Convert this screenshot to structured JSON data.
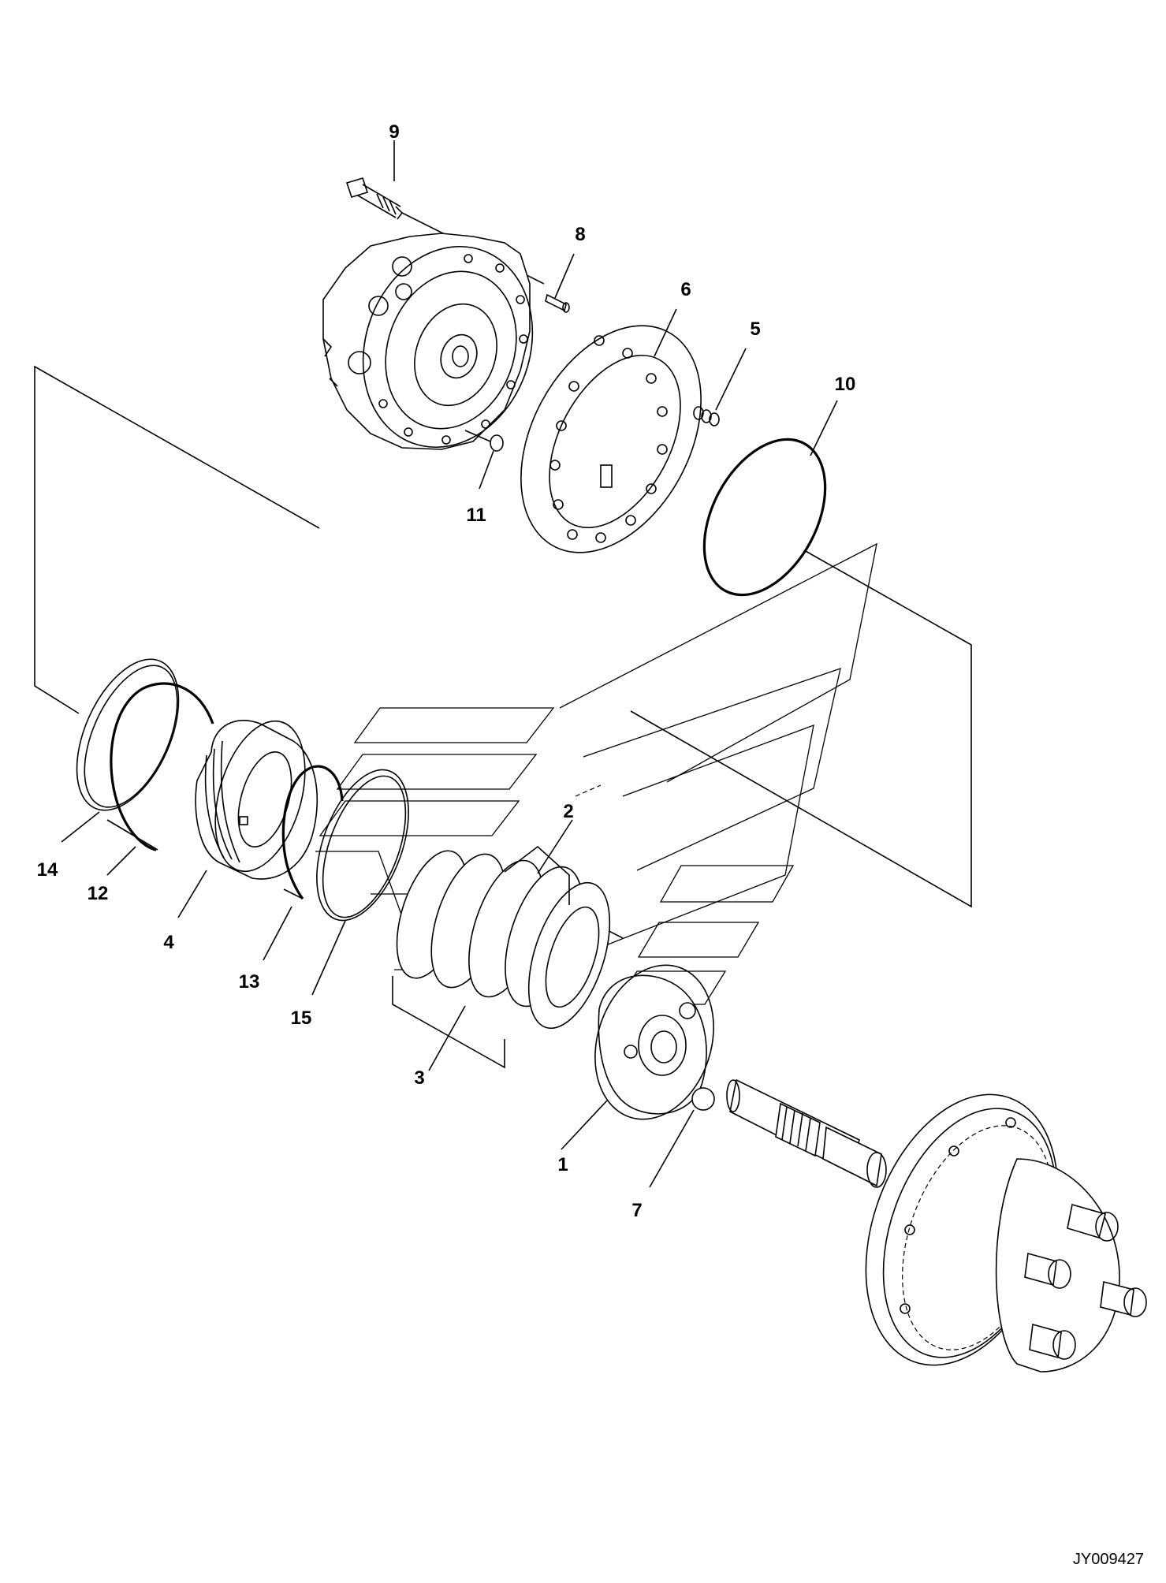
{
  "diagram": {
    "callouts": [
      {
        "id": "9",
        "label": "9"
      },
      {
        "id": "8",
        "label": "8"
      },
      {
        "id": "6",
        "label": "6"
      },
      {
        "id": "5",
        "label": "5"
      },
      {
        "id": "10",
        "label": "10"
      },
      {
        "id": "11",
        "label": "11"
      },
      {
        "id": "2",
        "label": "2"
      },
      {
        "id": "14",
        "label": "14"
      },
      {
        "id": "12",
        "label": "12"
      },
      {
        "id": "4",
        "label": "4"
      },
      {
        "id": "13",
        "label": "13"
      },
      {
        "id": "15",
        "label": "15"
      },
      {
        "id": "3",
        "label": "3"
      },
      {
        "id": "1",
        "label": "1"
      },
      {
        "id": "7",
        "label": "7"
      }
    ],
    "drawing_code": "JY009427"
  }
}
